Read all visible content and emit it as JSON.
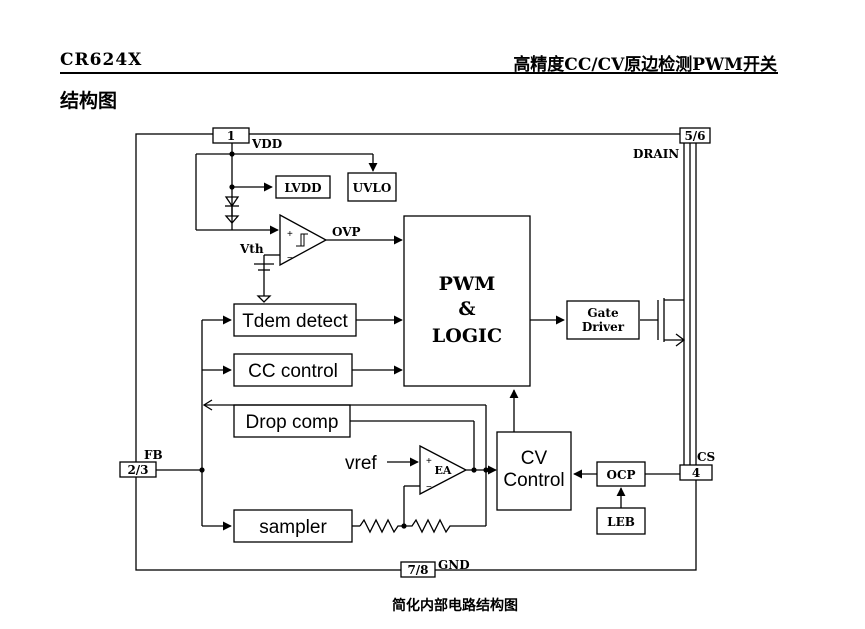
{
  "header": {
    "part_number": "CR624X",
    "doc_title": "高精度CC/CV原边检测PWM开关"
  },
  "section_title": "结构图",
  "pins": {
    "vdd_num": "1",
    "vdd_label": "VDD",
    "drain_num": "5/6",
    "drain_label": "DRAIN",
    "fb_num": "2/3",
    "fb_label": "FB",
    "cs_num": "4",
    "cs_label": "CS",
    "gnd_num": "7/8",
    "gnd_label": "GND"
  },
  "blocks": {
    "lvdd": "LVDD",
    "uvlo": "UVLO",
    "ovp": "OVP",
    "vth": "Vth",
    "pwm_line1": "PWM",
    "pwm_line2": "&",
    "pwm_line3": "LOGIC",
    "gate_line1": "Gate",
    "gate_line2": "Driver",
    "tdem": "Tdem detect",
    "cc": "CC control",
    "drop": "Drop comp",
    "vref": "vref",
    "ea": "EA",
    "cv_line1": "CV",
    "cv_line2": "Control",
    "ocp": "OCP",
    "leb": "LEB",
    "sampler": "sampler"
  },
  "caption": "简化内部电路结构图"
}
